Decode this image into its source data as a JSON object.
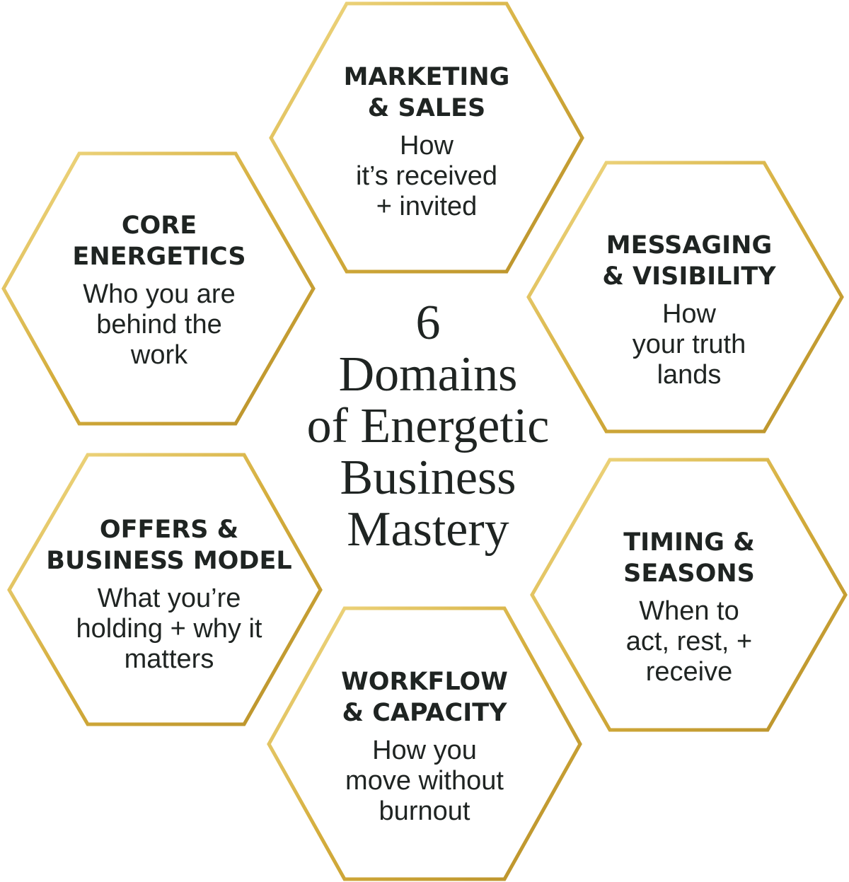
{
  "center": {
    "lines": [
      "6",
      "Domains",
      "of Energetic",
      "Business",
      "Mastery"
    ]
  },
  "domains": [
    {
      "title_lines": [
        "MARKETING",
        "& SALES"
      ],
      "desc_lines": [
        "How",
        "it’s received",
        "+ invited"
      ]
    },
    {
      "title_lines": [
        "CORE",
        "ENERGETICS"
      ],
      "desc_lines": [
        "Who you are",
        "behind the",
        "work"
      ]
    },
    {
      "title_lines": [
        "MESSAGING",
        "& VISIBILITY"
      ],
      "desc_lines": [
        "How",
        "your truth",
        "lands"
      ]
    },
    {
      "title_lines": [
        "OFFERS &",
        "BUSINESS MODEL"
      ],
      "desc_lines": [
        "What you’re",
        "holding + why it",
        "matters"
      ]
    },
    {
      "title_lines": [
        "TIMING &",
        "SEASONS"
      ],
      "desc_lines": [
        "When to",
        "act, rest, +",
        "receive"
      ]
    },
    {
      "title_lines": [
        "WORKFLOW",
        "& CAPACITY"
      ],
      "desc_lines": [
        "How you",
        "move without",
        "burnout"
      ]
    }
  ],
  "colors": {
    "gold_light": "#f2dc8a",
    "gold_mid": "#d4ad3c",
    "gold_dark": "#b8902a",
    "text": "#1f2422"
  }
}
